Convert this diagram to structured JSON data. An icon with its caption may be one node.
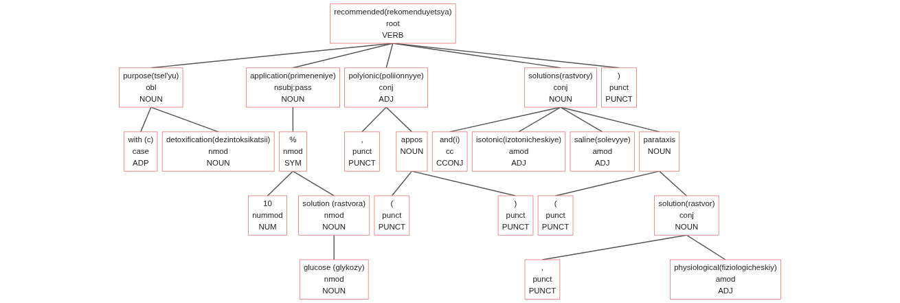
{
  "diagram": {
    "nodes": [
      {
        "text": [
          "recommended(rekomenduyetsya)",
          "root",
          "VERB"
        ]
      },
      {
        "text": [
          "purpose(tsel'yu)",
          "obl",
          "NOUN"
        ]
      },
      {
        "text": [
          "application(primeneniye)",
          "nsubj:pass",
          "NOUN"
        ]
      },
      {
        "text": [
          "polyionic(poliionnyye)",
          "conj",
          "ADJ"
        ]
      },
      {
        "text": [
          "solutions(rastvory)",
          "conj",
          "NOUN"
        ]
      },
      {
        "text": [
          ")",
          "punct",
          "PUNCT"
        ]
      },
      {
        "text": [
          "with (c)",
          "case",
          "ADP"
        ]
      },
      {
        "text": [
          "detoxification(dezintoksikatsii)",
          "nmod",
          "NOUN"
        ]
      },
      {
        "text": [
          "%",
          "nmod",
          "SYM"
        ]
      },
      {
        "text": [
          ",",
          "punct",
          "PUNCT"
        ]
      },
      {
        "text": [
          "appos",
          "NOUN"
        ]
      },
      {
        "text": [
          "and(i)",
          "cc",
          "CCONJ"
        ]
      },
      {
        "text": [
          "isotonic(izotonicheskiye)",
          "amod",
          "ADJ"
        ]
      },
      {
        "text": [
          "saline(solevyye)",
          "amod",
          "ADJ"
        ]
      },
      {
        "text": [
          "parataxis",
          "NOUN"
        ]
      },
      {
        "text": [
          "10",
          "nummod",
          "NUM"
        ]
      },
      {
        "text": [
          "solution (rastvora)",
          "nmod",
          "NOUN"
        ]
      },
      {
        "text": [
          "(",
          "punct",
          "PUNCT"
        ]
      },
      {
        "text": [
          ")",
          "punct",
          "PUNCT"
        ]
      },
      {
        "text": [
          "(",
          "punct",
          "PUNCT"
        ]
      },
      {
        "text": [
          "solution(rastvor)",
          "conj",
          "NOUN"
        ]
      },
      {
        "text": [
          "glucose (glykozy)",
          "nmod",
          "NOUN"
        ]
      },
      {
        "text": [
          ",",
          "punct",
          "PUNCT"
        ]
      },
      {
        "text": [
          "physiological(fiziologicheskiy)",
          "amod",
          "ADJ"
        ]
      }
    ],
    "edges": [
      {
        "from": 0,
        "to": 1,
        "arrow": "none"
      },
      {
        "from": 0,
        "to": 2,
        "arrow": "none"
      },
      {
        "from": 0,
        "to": 3,
        "arrow": "none"
      },
      {
        "from": 0,
        "to": 4,
        "arrow": "none"
      },
      {
        "from": 0,
        "to": 5,
        "arrow": "none"
      },
      {
        "from": 1,
        "to": 6,
        "arrow": "none"
      },
      {
        "from": 1,
        "to": 7,
        "arrow": "none"
      },
      {
        "from": 2,
        "to": 8,
        "arrow": "none"
      },
      {
        "from": 3,
        "to": 9,
        "arrow": "none"
      },
      {
        "from": 3,
        "to": 10,
        "arrow": "none"
      },
      {
        "from": 4,
        "to": 11,
        "arrow": "none"
      },
      {
        "from": 4,
        "to": 12,
        "arrow": "none"
      },
      {
        "from": 4,
        "to": 13,
        "arrow": "none"
      },
      {
        "from": 4,
        "to": 14,
        "arrow": "none"
      },
      {
        "from": 8,
        "to": 15,
        "arrow": "none"
      },
      {
        "from": 8,
        "to": 16,
        "arrow": "none"
      },
      {
        "from": 10,
        "to": 17,
        "arrow": "none"
      },
      {
        "from": 10,
        "to": 18,
        "arrow": "none"
      },
      {
        "from": 14,
        "to": 19,
        "arrow": "none"
      },
      {
        "from": 14,
        "to": 20,
        "arrow": "none"
      },
      {
        "from": 16,
        "to": 21,
        "arrow": "none"
      },
      {
        "from": 20,
        "to": 22,
        "arrow": "none"
      },
      {
        "from": 20,
        "to": 23,
        "arrow": "none"
      }
    ]
  }
}
